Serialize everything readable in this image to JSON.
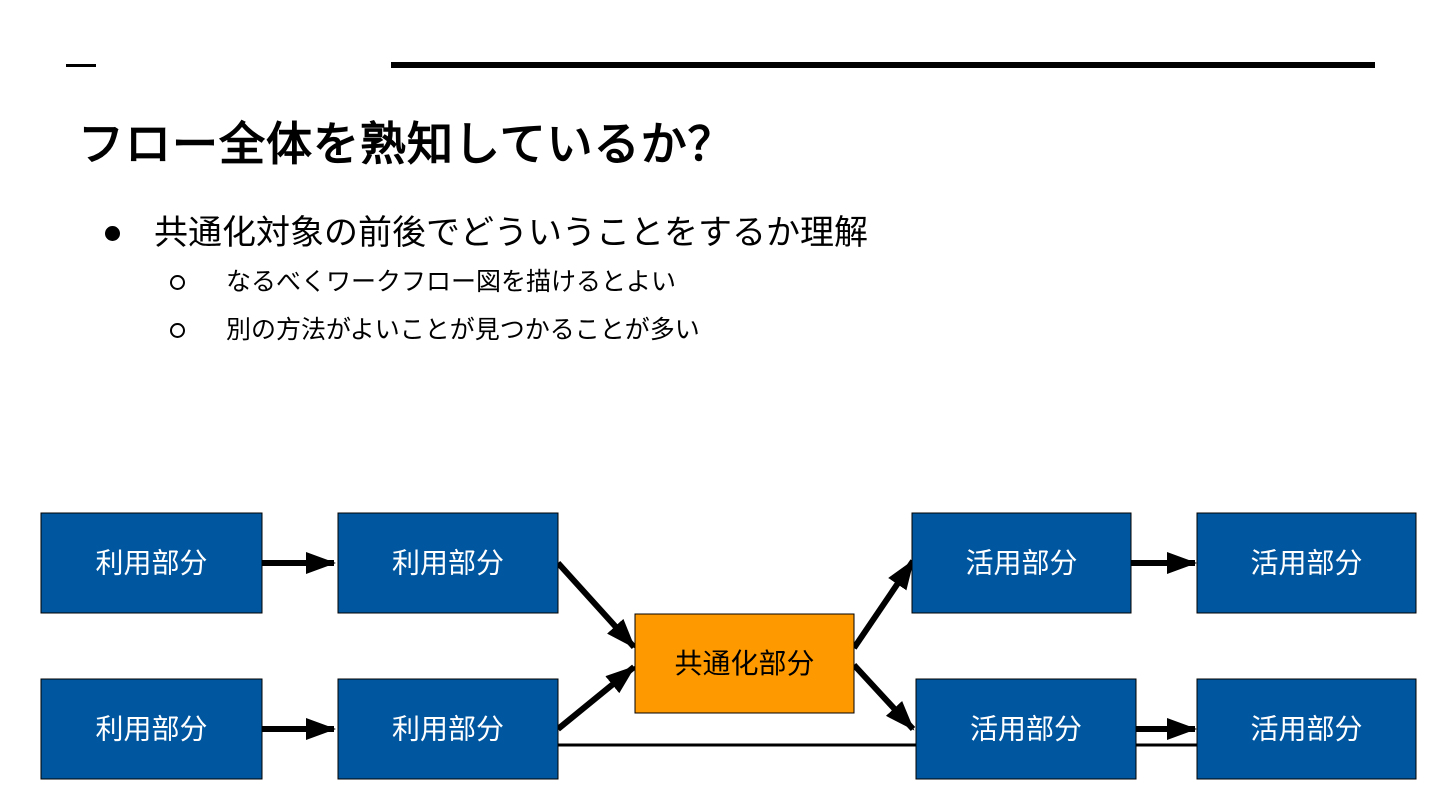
{
  "slide": {
    "title": "フロー全体を熟知しているか？",
    "bullets": [
      {
        "text": "共通化対象の前後でどういうことをするか理解",
        "subbullets": [
          "なるべくワークフロー図を描けるとよい",
          "別の方法がよいことが見つかることが多い"
        ]
      }
    ]
  },
  "diagram": {
    "colors": {
      "box_fill": "#0057A0",
      "box_text": "#ffffff",
      "highlight_fill": "#FF9900",
      "highlight_text": "#000000",
      "arrow": "#000000"
    },
    "labels": {
      "use_top_1": "利用部分",
      "use_top_2": "利用部分",
      "use_bottom_1": "利用部分",
      "use_bottom_2": "利用部分",
      "common": "共通化部分",
      "apply_top_1": "活用部分",
      "apply_top_2": "活用部分",
      "apply_bottom_1": "活用部分",
      "apply_bottom_2": "活用部分"
    }
  }
}
